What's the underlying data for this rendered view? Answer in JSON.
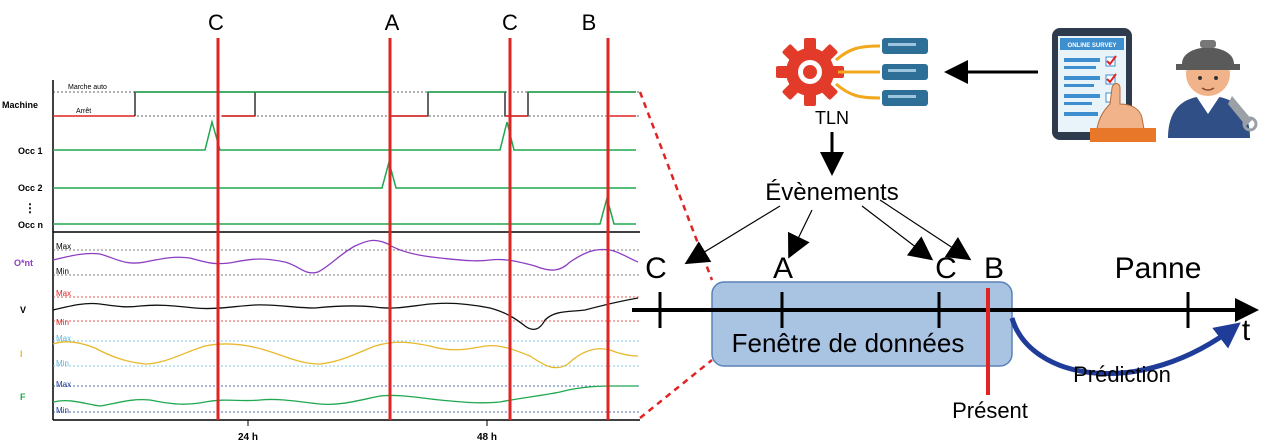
{
  "marker_letters": [
    "C",
    "A",
    "C",
    "B"
  ],
  "chart": {
    "rows": {
      "machine": "Machine",
      "occ1": "Occ 1",
      "occ2": "Occ 2",
      "occn": "Occ n",
      "ont": "O*nt",
      "v": "V",
      "i": "I",
      "f": "F"
    },
    "state_marche": "Marche auto",
    "state_arret": "Arrêt",
    "max_label": "Max",
    "min_label": "Min",
    "ellipsis": "⋮",
    "x_ticks": [
      "24 h",
      "48 h"
    ]
  },
  "pipeline": {
    "tln_label": "TLN",
    "survey_label": "ONLINE SURVEY",
    "events_label": "Évènements"
  },
  "timeline": {
    "events": [
      "C",
      "A",
      "C",
      "B"
    ],
    "panne_label": "Panne",
    "t_label": "t",
    "window_label": "Fenêtre de données",
    "present_label": "Présent",
    "prediction_label": "Prédiction"
  },
  "colors": {
    "red": "#e02424",
    "green": "#1fa84f",
    "purple": "#8c3ec2",
    "black": "#111111",
    "yellow": "#e8b82c",
    "sky": "#5bb7e0",
    "blue": "#1f3c99",
    "window_fill": "#a9c3e3",
    "window_stroke": "#5b82b8"
  }
}
